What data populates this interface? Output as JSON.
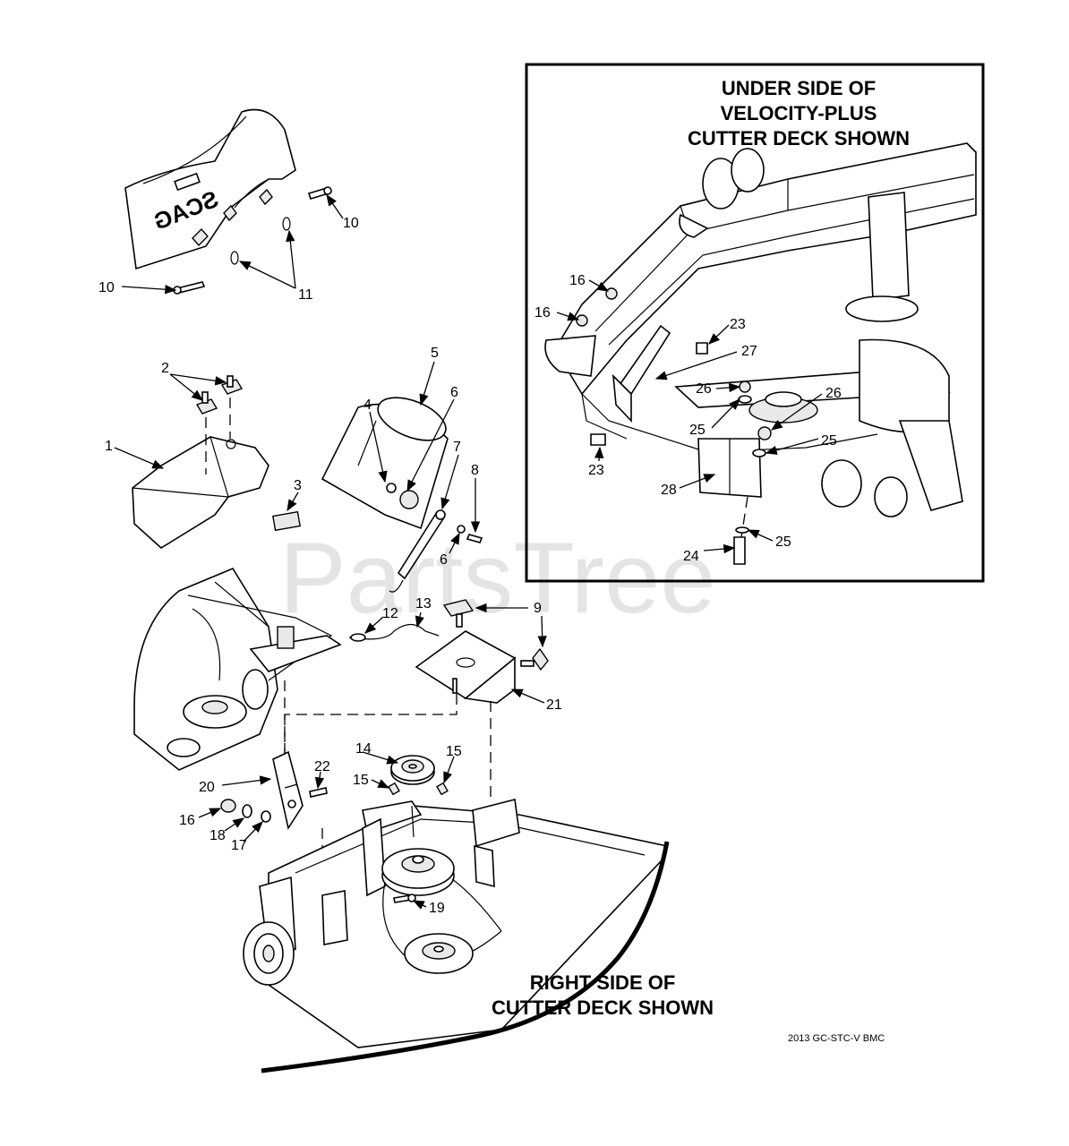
{
  "inset": {
    "heading_line1": "UNDER SIDE OF",
    "heading_line2": "VELOCITY-PLUS",
    "heading_line3": "CUTTER DECK SHOWN"
  },
  "main_caption": {
    "line1": "RIGHT SIDE OF",
    "line2": "CUTTER DECK SHOWN"
  },
  "chute_logo": "SCAG",
  "drawing_code": "2013 GC-STC-V BMC",
  "watermark": "PartsTree",
  "callouts": {
    "c1": "1",
    "c2": "2",
    "c3": "3",
    "c4": "4",
    "c5": "5",
    "c6a": "6",
    "c6b": "6",
    "c7": "7",
    "c8": "8",
    "c9": "9",
    "c10a": "10",
    "c10b": "10",
    "c11": "11",
    "c12": "12",
    "c13": "13",
    "c14": "14",
    "c15a": "15",
    "c15b": "15",
    "c16": "16",
    "c17": "17",
    "c18": "18",
    "c19": "19",
    "c20": "20",
    "c21": "21",
    "c22": "22",
    "i16a": "16",
    "i16b": "16",
    "i23a": "23",
    "i23b": "23",
    "i24": "24",
    "i25a": "25",
    "i25b": "25",
    "i25c": "25",
    "i26a": "26",
    "i26b": "26",
    "i27": "27",
    "i28": "28"
  }
}
